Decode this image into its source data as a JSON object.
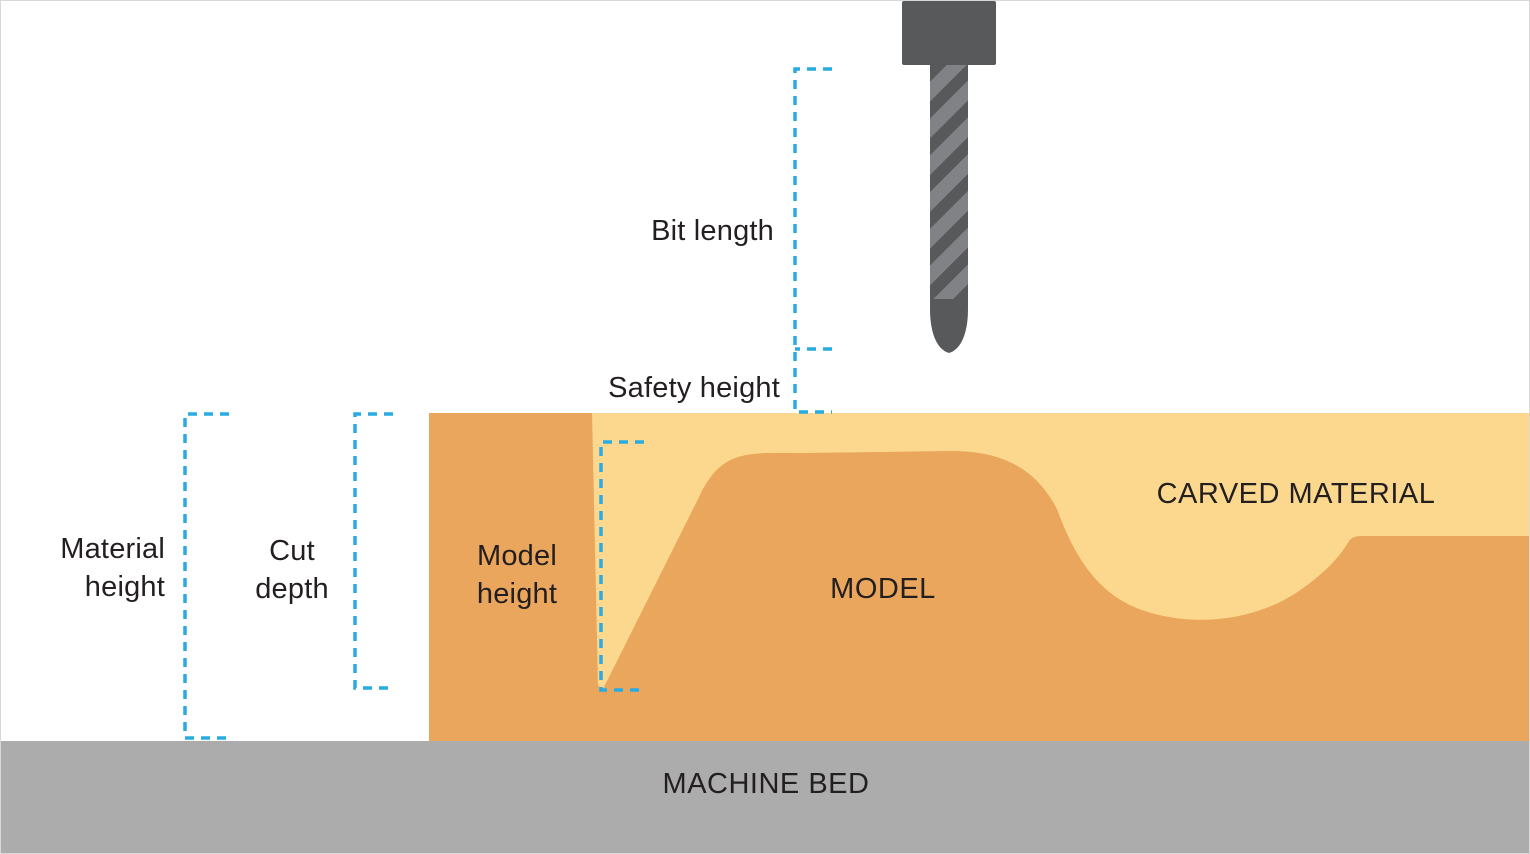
{
  "diagram": {
    "title_hint": "CNC carving height definitions illustration",
    "labels": {
      "bit_length": "Bit length",
      "safety_height": "Safety height",
      "material_height": "Material height",
      "cut_depth": "Cut depth",
      "model_height": "Model height",
      "model": "MODEL",
      "carved_material": "CARVED MATERIAL",
      "machine_bed": "MACHINE BED"
    },
    "colors": {
      "accent_dashed": "#29ABE2",
      "carved_material_yellow": "#FBD88D",
      "model_orange": "#E9A65C",
      "machine_bed_gray": "#ACACAC",
      "bit_dark": "#58595B",
      "bit_body": "#808285",
      "text": "#231F20",
      "background": "#FFFFFF"
    }
  }
}
